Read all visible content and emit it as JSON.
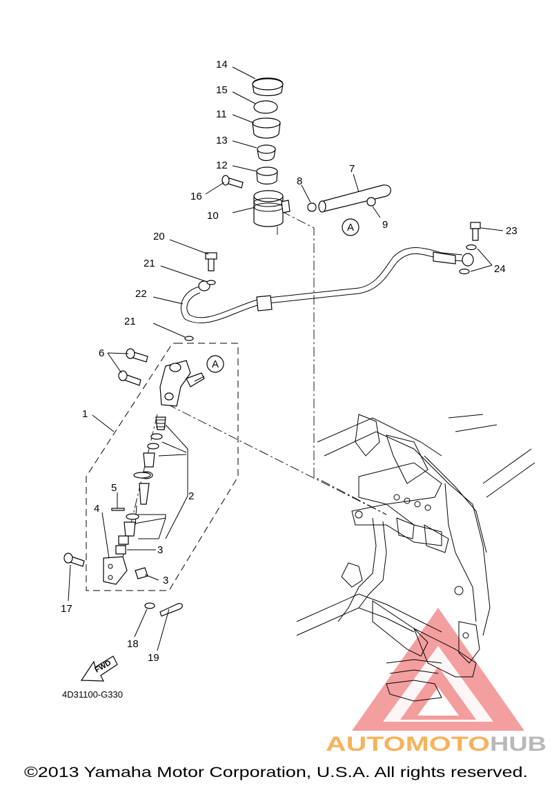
{
  "diagram": {
    "callouts": [
      "1",
      "2",
      "3",
      "3",
      "4",
      "5",
      "6",
      "7",
      "8",
      "9",
      "10",
      "11",
      "12",
      "13",
      "14",
      "15",
      "16",
      "17",
      "18",
      "19",
      "20",
      "21",
      "21",
      "22",
      "23",
      "24"
    ],
    "ref_marks": [
      "A",
      "A"
    ],
    "fwd_label": "FWD",
    "drawing_code": "4D31100-G330"
  },
  "watermark": {
    "brand_part1": "AUTOMOTO",
    "brand_part2": "HUB",
    "colors": {
      "triangle": "#ef7f7f",
      "part1": "#f5b35c",
      "part2": "#b8b8b8"
    }
  },
  "footer": {
    "copyright": "©2013 Yamaha Motor Corporation, U.S.A. All rights reserved."
  }
}
